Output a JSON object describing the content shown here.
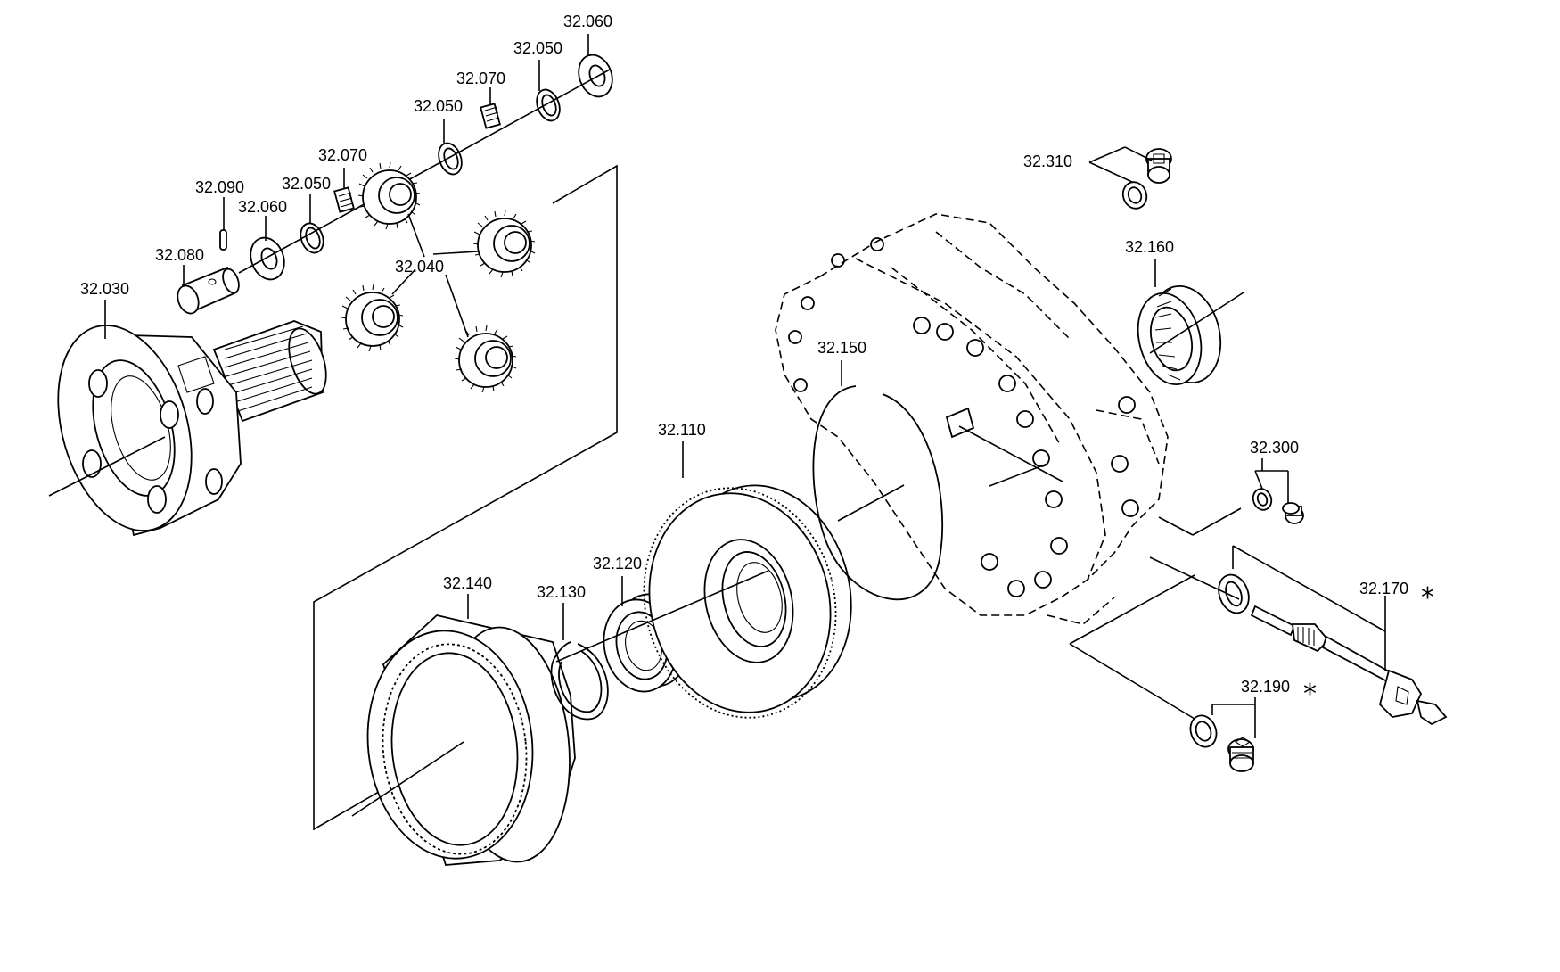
{
  "labels": {
    "p32030": "32.030",
    "p32040": "32.040",
    "p32050a": "32.050",
    "p32050b": "32.050",
    "p32050c": "32.050",
    "p32060a": "32.060",
    "p32060b": "32.060",
    "p32070a": "32.070",
    "p32070b": "32.070",
    "p32080": "32.080",
    "p32090": "32.090",
    "p32110": "32.110",
    "p32120": "32.120",
    "p32130": "32.130",
    "p32140": "32.140",
    "p32150": "32.150",
    "p32160": "32.160",
    "p32170": "32.170",
    "p32190": "32.190",
    "p32300": "32.300",
    "p32310": "32.310"
  },
  "asterisk": "*"
}
